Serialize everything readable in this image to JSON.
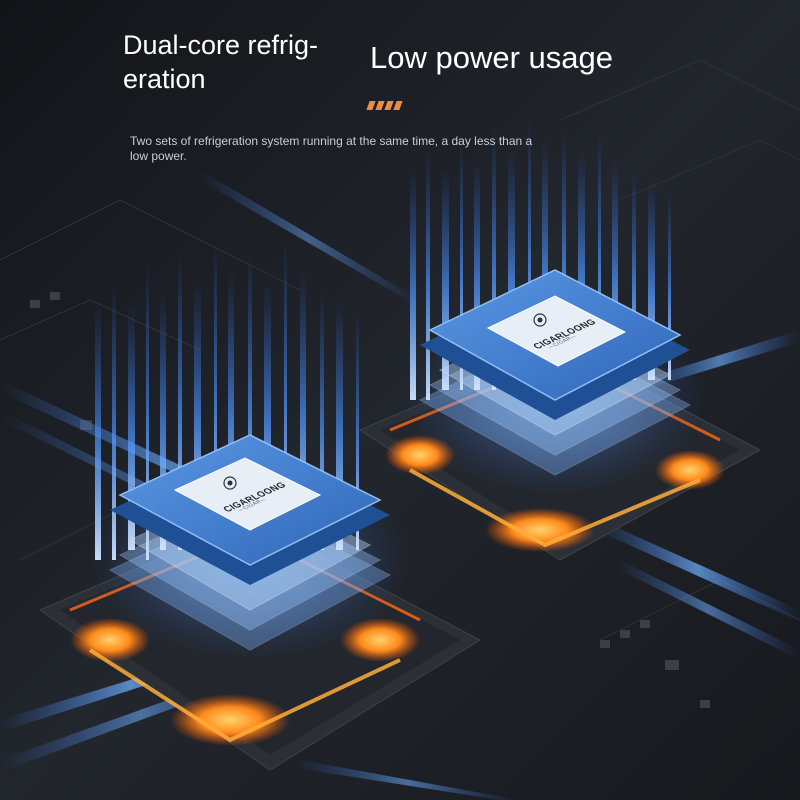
{
  "headline": {
    "left_line1": "Dual-core refrig-",
    "left_line2": "eration",
    "right": "Low power usage"
  },
  "description": {
    "line1": "Two sets of refrigeration system running at the same time, a day less than a",
    "line2": "low power."
  },
  "chips": [
    {
      "brand": "CIGARLOONG",
      "sub": "—CIGAR—"
    },
    {
      "brand": "CIGARLOONG",
      "sub": "—CIGAR—"
    }
  ],
  "colors": {
    "background": "#1a1d22",
    "circuit": "#2a2f37",
    "neon_blue": "#3d8bff",
    "chip_blue": "#3f7fd6",
    "glow_orange": "#ff8a1c",
    "accent_dash": "#f08a3c",
    "text": "#ffffff"
  },
  "icons": [
    "chip-logo-icon",
    "orange-dash-accent-icon"
  ]
}
